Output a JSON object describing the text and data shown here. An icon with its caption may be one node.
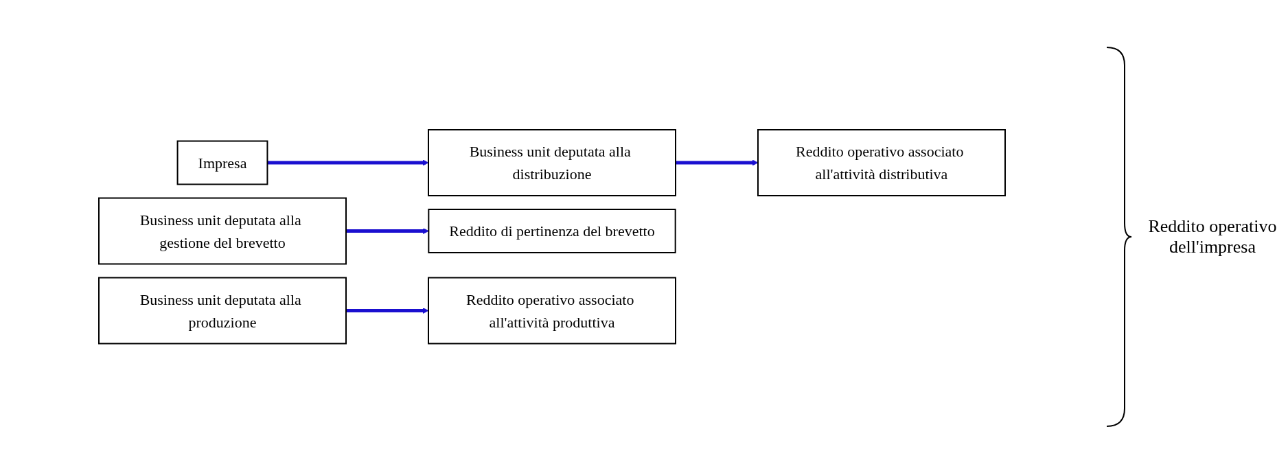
{
  "diagram": {
    "nodes": [
      {
        "text": [
          "Impresa"
        ]
      },
      {
        "text": [
          "Business unit deputata alla gestione del brevetto"
        ]
      },
      {
        "text": [
          "Business unit deputata alla distribuzione"
        ]
      },
      {
        "text": [
          "Business unit deputata alla produzione"
        ]
      },
      {
        "text": [
          "Reddito di pertinenza del brevetto"
        ]
      },
      {
        "text": [
          "Reddito operativo associato all'attività distributiva"
        ]
      },
      {
        "text": [
          "Reddito operativo associato all'attività produttiva"
        ]
      }
    ],
    "edges": [
      {
        "from": 0,
        "to": 2,
        "arrow": "to"
      },
      {
        "from": 1,
        "to": 4,
        "arrow": "to"
      },
      {
        "from": 2,
        "to": 5,
        "arrow": "to"
      },
      {
        "from": 3,
        "to": 6,
        "arrow": "to"
      }
    ],
    "labels": [
      "Reddito operativo dell'impresa"
    ]
  }
}
